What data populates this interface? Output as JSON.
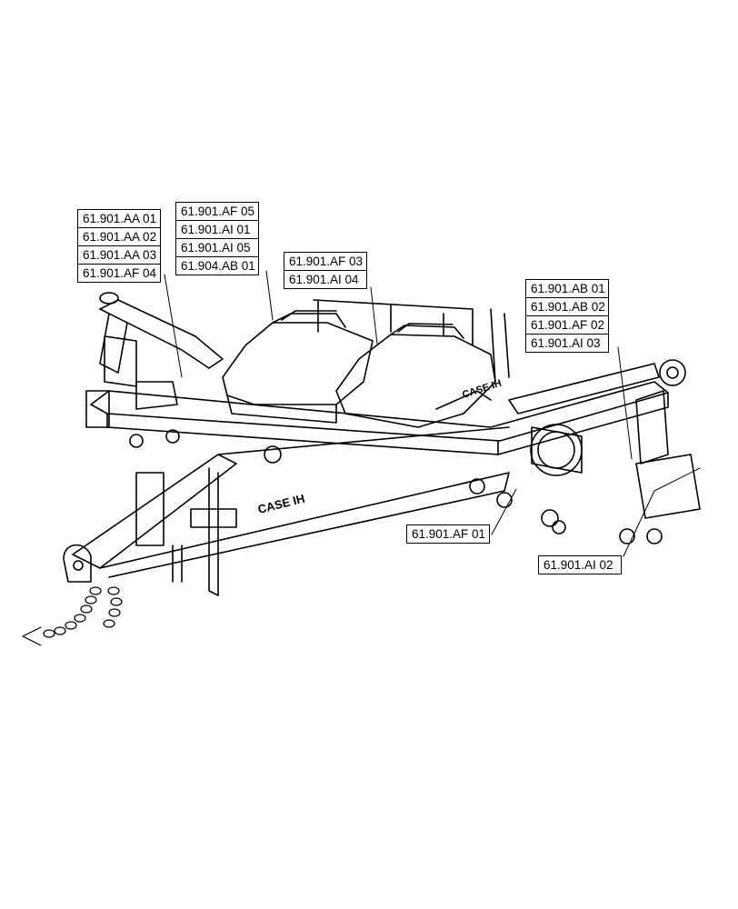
{
  "labels": {
    "group_left": [
      "61.901.AA 01",
      "61.901.AA 02",
      "61.901.AA 03",
      "61.901.AF 04"
    ],
    "group_center_left": [
      "61.901.AF 05",
      "61.901.AI 01",
      "61.901.AI 05",
      "61.904.AB 01"
    ],
    "group_center": [
      "61.901.AF 03",
      "61.901.AI 04"
    ],
    "group_right": [
      "61.901.AB 01",
      "61.901.AB 02",
      "61.901.AF 02",
      "61.901.AI 03"
    ],
    "single_lower_center": "61.901.AF 01",
    "single_lower_right": "61.901.AI 02"
  },
  "brand_marks": [
    "CASE IH",
    "CASE IH"
  ]
}
